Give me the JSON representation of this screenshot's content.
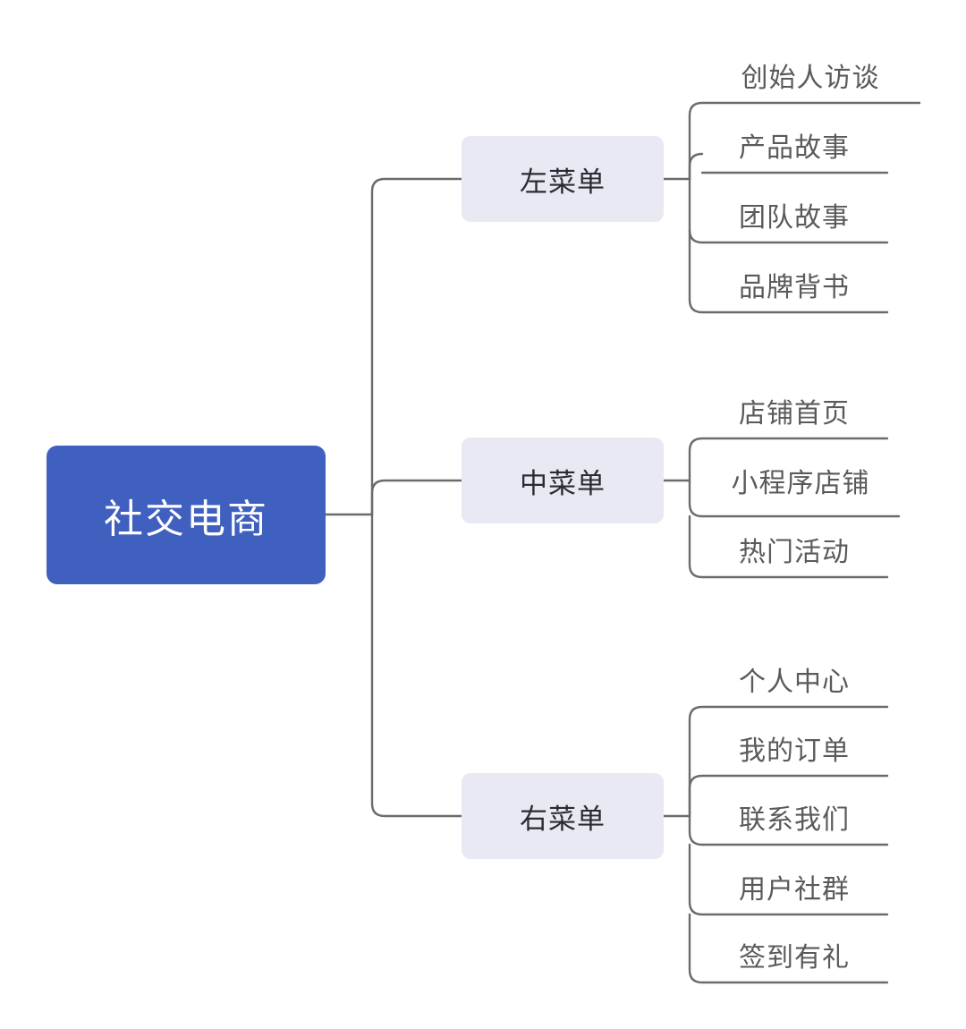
{
  "diagram": {
    "type": "mind-map",
    "title": "社交电商",
    "orientation": "left-to-right",
    "colors": {
      "root_fill": "#4060bf",
      "root_text": "#ffffff",
      "branch_fill": "#e8e9f2",
      "branch_text": "#2b2b33",
      "leaf_text": "#5a5a5a",
      "connector": "#6b6b6b",
      "background": "#ffffff"
    },
    "root": {
      "label": "社交电商"
    },
    "branches": [
      {
        "id": "left-menu",
        "label": "左菜单",
        "leaves": [
          {
            "label": "创始人访谈"
          },
          {
            "label": "产品故事"
          },
          {
            "label": "团队故事"
          },
          {
            "label": "品牌背书"
          }
        ]
      },
      {
        "id": "middle-menu",
        "label": "中菜单",
        "leaves": [
          {
            "label": "店铺首页"
          },
          {
            "label": "小程序店铺"
          },
          {
            "label": "热门活动"
          }
        ]
      },
      {
        "id": "right-menu",
        "label": "右菜单",
        "leaves": [
          {
            "label": "个人中心"
          },
          {
            "label": "我的订单"
          },
          {
            "label": "联系我们"
          },
          {
            "label": "用户社群"
          },
          {
            "label": "签到有礼"
          }
        ]
      }
    ]
  }
}
